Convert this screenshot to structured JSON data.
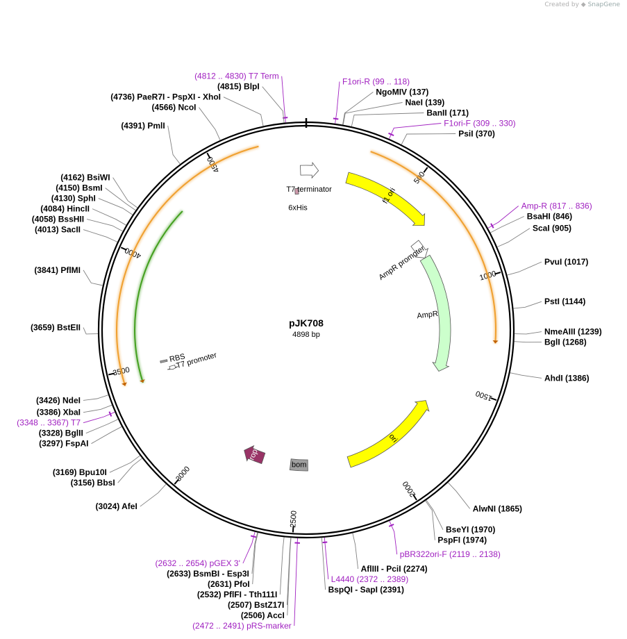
{
  "credit": {
    "prefix": "Created by",
    "brand": "SnapGene",
    "logo_icon": "snapgene-logo-icon"
  },
  "plasmid": {
    "name": "pJK708",
    "length_label": "4898 bp",
    "length": 4898
  },
  "ticks": [
    {
      "pos": 500,
      "label": "500"
    },
    {
      "pos": 1000,
      "label": "1000"
    },
    {
      "pos": 1500,
      "label": "1500"
    },
    {
      "pos": 2000,
      "label": "2000"
    },
    {
      "pos": 2500,
      "label": "2500"
    },
    {
      "pos": 3000,
      "label": "3000"
    },
    {
      "pos": 3500,
      "label": "3500"
    },
    {
      "pos": 4000,
      "label": "4000"
    },
    {
      "pos": 4500,
      "label": "4500"
    }
  ],
  "features": [
    {
      "name": "f1 ori",
      "start": 205,
      "end": 660,
      "dir": 1,
      "color": "#ffff00",
      "kind": "arrow"
    },
    {
      "name": "AmpR promoter",
      "start": 700,
      "end": 800,
      "dir": 1,
      "color": "#ffffff",
      "kind": "arrow"
    },
    {
      "name": "AmpR",
      "start": 800,
      "end": 1460,
      "dir": 1,
      "color": "#ccffcc",
      "kind": "arrow"
    },
    {
      "name": "ori",
      "start": 1640,
      "end": 2205,
      "dir": -1,
      "color": "#ffff00",
      "kind": "arrow"
    },
    {
      "name": "bom",
      "start": 2440,
      "end": 2540,
      "dir": 0,
      "color": "#a0a0a0",
      "kind": "box"
    },
    {
      "name": "rop",
      "start": 2700,
      "end": 2820,
      "dir": 1,
      "color": "#993366",
      "kind": "arrow"
    },
    {
      "name": "T7 promoter",
      "start": 3450,
      "end": 3470,
      "dir": -1,
      "color": "#ffffff",
      "kind": "arrow"
    },
    {
      "name": "RBS",
      "start": 3500,
      "end": 3510,
      "dir": 0,
      "color": "#a0a0a0",
      "kind": "box"
    },
    {
      "name": "6xHis",
      "start": 4835,
      "end": 4855,
      "dir": 0,
      "color": "#cc99aa",
      "kind": "box"
    },
    {
      "name": "T7 terminator",
      "start": 4870,
      "end": 60,
      "dir": 1,
      "color": "#ffffff",
      "kind": "arrow"
    }
  ],
  "orf_arcs": [
    {
      "start": 270,
      "end": 1280,
      "dir": 1,
      "color": "#f0a030"
    },
    {
      "start": 3440,
      "end": 4700,
      "dir": -1,
      "color": "#f0a030"
    },
    {
      "start": 3430,
      "end": 4270,
      "dir": -1,
      "color": "#44a020"
    }
  ],
  "sites": [
    {
      "name": "BlpI",
      "pos": 4815,
      "text": "(4815)  BlpI"
    },
    {
      "name": "PaeR7I - PspXI - XhoI",
      "pos": 4736,
      "text": "(4736)  PaeR7I  - PspXI  - XhoI"
    },
    {
      "name": "NcoI",
      "pos": 4566,
      "text": "(4566)  NcoI"
    },
    {
      "name": "PmlI",
      "pos": 4391,
      "text": "(4391)  PmlI"
    },
    {
      "name": "BsiWI",
      "pos": 4162,
      "text": "(4162)  BsiWI"
    },
    {
      "name": "BsmI",
      "pos": 4150,
      "text": "(4150)  BsmI"
    },
    {
      "name": "SphI",
      "pos": 4130,
      "text": "(4130)  SphI"
    },
    {
      "name": "HincII",
      "pos": 4084,
      "text": "(4084)  HincII"
    },
    {
      "name": "BssHII",
      "pos": 4058,
      "text": "(4058)  BssHII"
    },
    {
      "name": "SacII",
      "pos": 4013,
      "text": "(4013)  SacII"
    },
    {
      "name": "PflMI",
      "pos": 3841,
      "text": "(3841)  PflMI"
    },
    {
      "name": "BstEII",
      "pos": 3659,
      "text": "(3659)  BstEII"
    },
    {
      "name": "NdeI",
      "pos": 3426,
      "text": "(3426)  NdeI"
    },
    {
      "name": "XbaI",
      "pos": 3386,
      "text": "(3386)  XbaI"
    },
    {
      "name": "BglII",
      "pos": 3328,
      "text": "(3328)  BglII"
    },
    {
      "name": "FspAI",
      "pos": 3297,
      "text": "(3297)  FspAI"
    },
    {
      "name": "Bpu10I",
      "pos": 3169,
      "text": "(3169)  Bpu10I"
    },
    {
      "name": "BbsI",
      "pos": 3156,
      "text": "(3156)  BbsI"
    },
    {
      "name": "AfeI",
      "pos": 3024,
      "text": "(3024)  AfeI"
    },
    {
      "name": "BsmBI - Esp3I",
      "pos": 2633,
      "text": "(2633)  BsmBI  - Esp3I"
    },
    {
      "name": "PfoI",
      "pos": 2631,
      "text": "(2631)  PfoI"
    },
    {
      "name": "PflFI - Tth111I",
      "pos": 2532,
      "text": "(2532)  PflFI  - Tth111I"
    },
    {
      "name": "BstZ17I",
      "pos": 2507,
      "text": "(2507)  BstZ17I"
    },
    {
      "name": "AccI",
      "pos": 2506,
      "text": "(2506)  AccI"
    },
    {
      "name": "BspQI - SapI",
      "pos": 2391,
      "text": "BspQI  - SapI  (2391)"
    },
    {
      "name": "AflIII - PciI",
      "pos": 2274,
      "text": "AflIII  - PciI  (2274)"
    },
    {
      "name": "PspFI",
      "pos": 1974,
      "text": "PspFI  (1974)"
    },
    {
      "name": "BseYI",
      "pos": 1970,
      "text": "BseYI  (1970)"
    },
    {
      "name": "AlwNI",
      "pos": 1865,
      "text": "AlwNI  (1865)"
    },
    {
      "name": "AhdI",
      "pos": 1386,
      "text": "AhdI  (1386)"
    },
    {
      "name": "BglI",
      "pos": 1268,
      "text": "BglI  (1268)"
    },
    {
      "name": "NmeAIII",
      "pos": 1239,
      "text": "NmeAIII  (1239)"
    },
    {
      "name": "PstI",
      "pos": 1144,
      "text": "PstI  (1144)"
    },
    {
      "name": "PvuI",
      "pos": 1017,
      "text": "PvuI  (1017)"
    },
    {
      "name": "ScaI",
      "pos": 905,
      "text": "ScaI  (905)"
    },
    {
      "name": "BsaHI",
      "pos": 846,
      "text": "BsaHI  (846)"
    },
    {
      "name": "PsiI",
      "pos": 370,
      "text": "PsiI  (370)"
    },
    {
      "name": "BanII",
      "pos": 171,
      "text": "BanII  (171)"
    },
    {
      "name": "NaeI",
      "pos": 139,
      "text": "NaeI  (139)"
    },
    {
      "name": "NgoMIV",
      "pos": 137,
      "text": "NgoMIV  (137)"
    }
  ],
  "primers": [
    {
      "name": "T7 Term",
      "start": 4812,
      "end": 4830,
      "text": "(4812 .. 4830)  T7 Term"
    },
    {
      "name": "F1ori-R",
      "start": 99,
      "end": 118,
      "text": "F1ori-R  (99 .. 118)"
    },
    {
      "name": "F1ori-F",
      "start": 309,
      "end": 330,
      "text": "F1ori-F  (309 .. 330)"
    },
    {
      "name": "Amp-R",
      "start": 817,
      "end": 836,
      "text": "Amp-R  (817 .. 836)"
    },
    {
      "name": "pBR322ori-F",
      "start": 2119,
      "end": 2138,
      "text": "pBR322ori-F  (2119 .. 2138)"
    },
    {
      "name": "L4440",
      "start": 2372,
      "end": 2389,
      "text": "L4440  (2372 .. 2389)"
    },
    {
      "name": "pRS-marker",
      "start": 2472,
      "end": 2491,
      "text": "(2472 .. 2491)  pRS-marker"
    },
    {
      "name": "pGEX 3'",
      "start": 2632,
      "end": 2654,
      "text": "(2632 .. 2654)  pGEX 3'"
    },
    {
      "name": "T7",
      "start": 3348,
      "end": 3367,
      "text": "(3348 .. 3367)  T7"
    }
  ],
  "colors": {
    "primer": "#a020c0",
    "backbone": "#000000",
    "leader": "#808080"
  }
}
